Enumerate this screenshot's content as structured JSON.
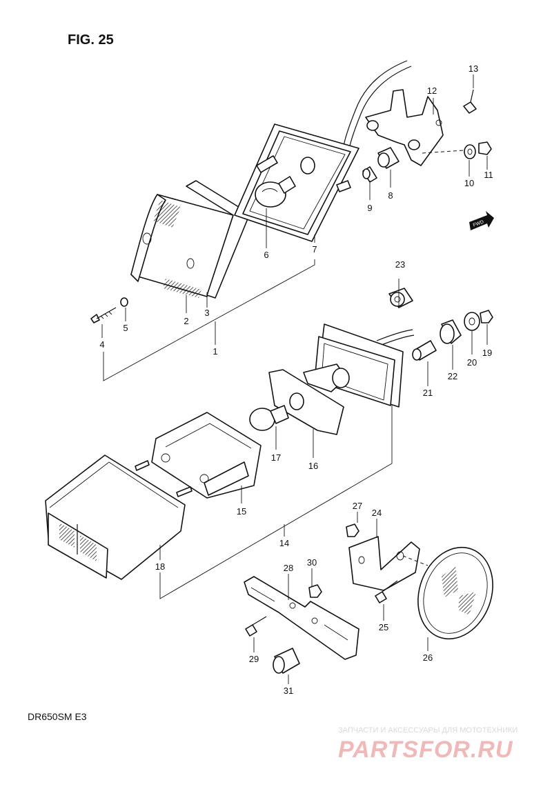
{
  "figure_title": "FIG. 25",
  "model_code": "DR650SM  E3",
  "watermark": {
    "tagline": "ЗАПЧАСТИ И АКСЕССУАРЫ ДЛЯ МОТОТЕХНИКИ",
    "brand": "PARTSFOR.RU"
  },
  "direction_arrow_text": "FWD",
  "callouts": [
    "1",
    "2",
    "3",
    "4",
    "5",
    "6",
    "7",
    "8",
    "9",
    "10",
    "11",
    "12",
    "13",
    "14",
    "15",
    "16",
    "17",
    "18",
    "19",
    "20",
    "21",
    "22",
    "23",
    "24",
    "25",
    "26",
    "27",
    "28",
    "29",
    "30",
    "31"
  ]
}
